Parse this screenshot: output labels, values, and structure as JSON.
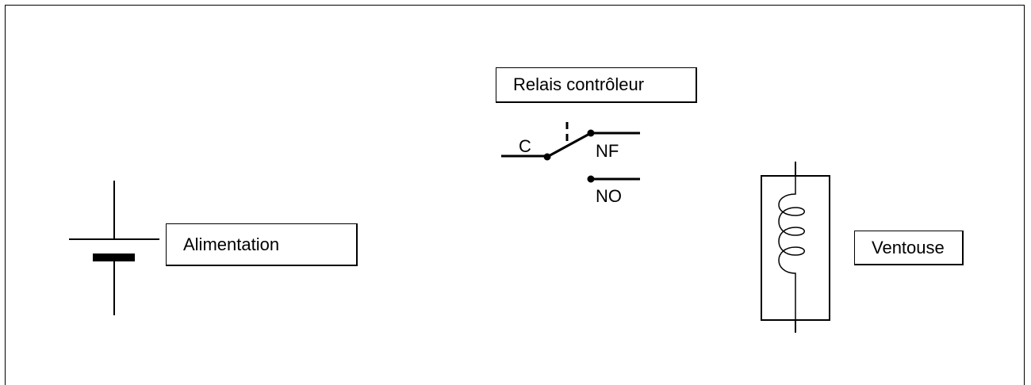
{
  "diagram": {
    "labels": {
      "relay": "Relais contrôleur",
      "power": "Alimentation",
      "suction": "Ventouse"
    },
    "terminals": {
      "common": "C",
      "normally_closed": "NF",
      "normally_open": "NO"
    }
  }
}
